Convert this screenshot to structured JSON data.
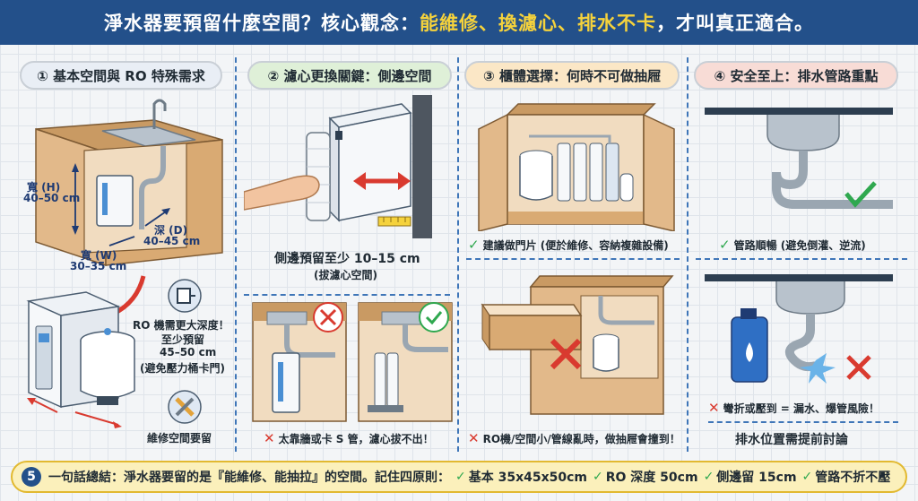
{
  "header": {
    "title_a": "淨水器要預留什麼空間？核心觀念：",
    "title_hl": "能維修、換濾心、排水不卡",
    "title_b": "，才叫真正適合。"
  },
  "colors": {
    "header_bg": "#23508a",
    "highlight": "#f5d23c",
    "panel1": "#e9eef5",
    "panel2": "#dff0d8",
    "panel3": "#fbe7c6",
    "panel4": "#f8dcd6",
    "ok": "#2fa84f",
    "ng": "#d93a2f",
    "footer_bg": "#fbf0bb"
  },
  "panel1": {
    "title": "① 基本空間與 RO 特殊需求",
    "height_label": "寬 (H)",
    "height_value": "40–50 cm",
    "depth_label": "深 (D)",
    "depth_value": "40–45 cm",
    "width_label": "寬 (W)",
    "width_value": "30–35 cm",
    "ro_note": [
      "RO 機需更大深度！",
      "至少預留",
      "45–50 cm",
      "(避免壓力桶卡門)"
    ],
    "repair_label": "維修空間要留"
  },
  "panel2": {
    "title": "② 濾心更換關鍵：側邊空間",
    "side_label": "側邊預留至少 10–15 cm",
    "side_sub": "(拔濾心空間)",
    "bad_caption": "太靠牆或卡 S 管，濾心拔不出！"
  },
  "panel3": {
    "title": "③ 櫃體選擇：何時不可做抽屜",
    "good_caption": "建議做門片 (便於維修、容納複雜設備)",
    "bad_caption": "RO機/空間小/管線亂時，做抽屜會撞到！"
  },
  "panel4": {
    "title": "④ 安全至上：排水管路重點",
    "good_caption": "管路順暢 (避免倒灌、逆流)",
    "bad_caption": "彎折或壓到 = 漏水、爆管風險！",
    "bottom_note": "排水位置需提前討論"
  },
  "footer": {
    "number": "5",
    "lead": "一句話總結：淨水器要留的是『能維修、能抽拉』的空間。記住四原則：",
    "rules": [
      "基本 35x45x50cm",
      "RO 深度 50cm",
      "側邊留 15cm",
      "管路不折不壓"
    ]
  },
  "icons": [
    "check-icon",
    "cross-icon",
    "arrow-icon",
    "wrench-icon",
    "tape-measure-icon",
    "bracket-icon"
  ]
}
